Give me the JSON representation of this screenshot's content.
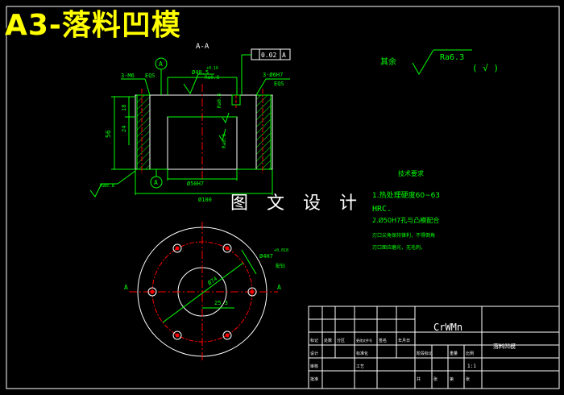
{
  "title": "A3-落料凹模",
  "overlay": "图 文 设 计",
  "section": {
    "label": "A-A",
    "tol_box": [
      "0.02",
      "A"
    ],
    "dims": {
      "bore_top": "Ø40.5",
      "bore_top_tol": "+0.16",
      "holes_left": "3-M6",
      "holes_left_eqs": "EQS",
      "holes_right": "3-Ø6H7",
      "holes_right_eqs": "EQS",
      "rough_top": "Ra0.8",
      "rough_inner": "Ra0.8",
      "rough_inner2": "Ra0.8",
      "rough_bottom": "Ra0.8",
      "height_total": "56",
      "height_part": "18",
      "height_part2": "24",
      "bore_bottom": "Ø50H7",
      "outer": "Ø100",
      "datum": "A"
    }
  },
  "plan": {
    "d_circle": "Ø74",
    "dim_offset": "25.3",
    "hole_label": "Ø4H7",
    "hole_tol": "+0.018",
    "hole_note": "配钻",
    "section_left": "A",
    "section_right": "A"
  },
  "roughness": {
    "prefix": "其余",
    "value": "Ra6.3",
    "note": "( √ )"
  },
  "tech": {
    "heading": "技术要求",
    "lines": [
      "1.热处理硬度60~63",
      "HRC.",
      "2.Ø50H7孔与凸模配合",
      "刃口尖角保持锋利，不得倒角",
      "刃口面应磨光，无毛刺。"
    ]
  },
  "titleblock": {
    "material": "CrWMn",
    "part_name": "落料凹模",
    "row_labels": [
      "标记",
      "处数",
      "分区",
      "更改文件号",
      "签名",
      "年月日"
    ],
    "labels2": [
      "设计",
      "标准化",
      "阶段标记",
      "重量",
      "比例"
    ],
    "labels3": [
      "审核",
      "工艺",
      "批准",
      "共",
      "张",
      "第",
      "张"
    ],
    "scale": "1:1"
  },
  "colors": {
    "title": "#ffff00",
    "white": "#ffffff",
    "cyan": "#00ffff",
    "green": "#00ff00",
    "red": "#ff0000",
    "yellow": "#ffff00"
  }
}
